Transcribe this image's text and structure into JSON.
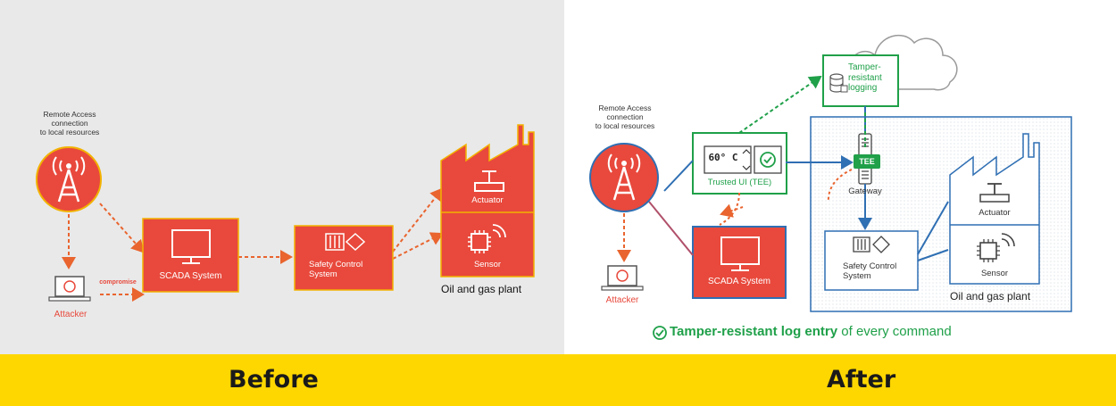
{
  "before": {
    "remote_access_label": "Remote Access\nconnection\nto local resources",
    "attacker_label": "Attacker",
    "compromise_label": "compromise",
    "scada_label": "SCADA System",
    "safety_label": "Safety Control\nSystem",
    "actuator_label": "Actuator",
    "sensor_label": "Sensor",
    "plant_label": "Oil and gas plant"
  },
  "after": {
    "remote_access_label": "Remote Access\nconnection\nto local resources",
    "attacker_label": "Attacker",
    "logging_label": "Tamper-\nresistant\nlogging",
    "trusted_ui_label": "Trusted UI (TEE)",
    "thermostat_value": "60° C",
    "tee_label": "TEE",
    "gateway_label": "Gateway",
    "scada_label": "SCADA System",
    "safety_label": "Safety Control\nSystem",
    "actuator_label": "Actuator",
    "sensor_label": "Sensor",
    "plant_label": "Oil and gas plant",
    "caption_bold": "Tamper-resistant log entry",
    "caption_rest": " of every command"
  },
  "bottom": {
    "before_label": "Before",
    "after_label": "After"
  },
  "colors": {
    "red": "#e8493c",
    "green": "#1fa049",
    "blue": "#2f6fb3",
    "yellow_bar": "#ffd700",
    "dashed_orange": "#e9642e"
  }
}
